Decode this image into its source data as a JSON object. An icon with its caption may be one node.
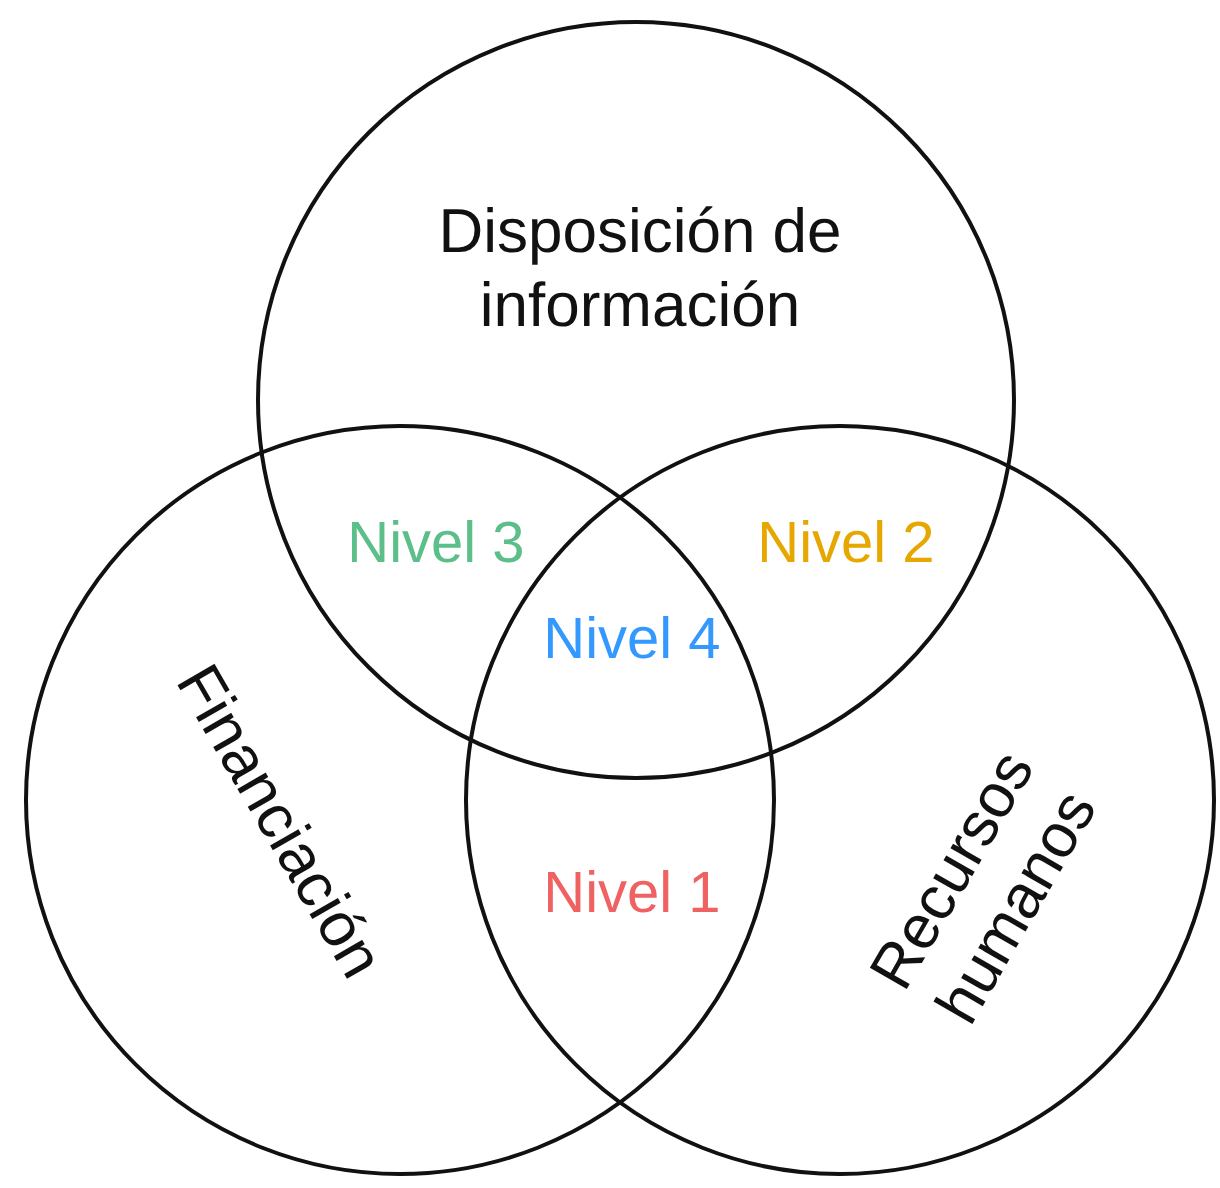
{
  "diagram": {
    "nodes": [
      {
        "text": [
          "Disposición de información"
        ]
      },
      {
        "text": [
          "Financiación"
        ]
      },
      {
        "text": [
          "Recursos humanos"
        ]
      }
    ],
    "labels": [
      "Nivel 3",
      "Nivel 2",
      "Nivel 4",
      "Nivel 1"
    ]
  }
}
